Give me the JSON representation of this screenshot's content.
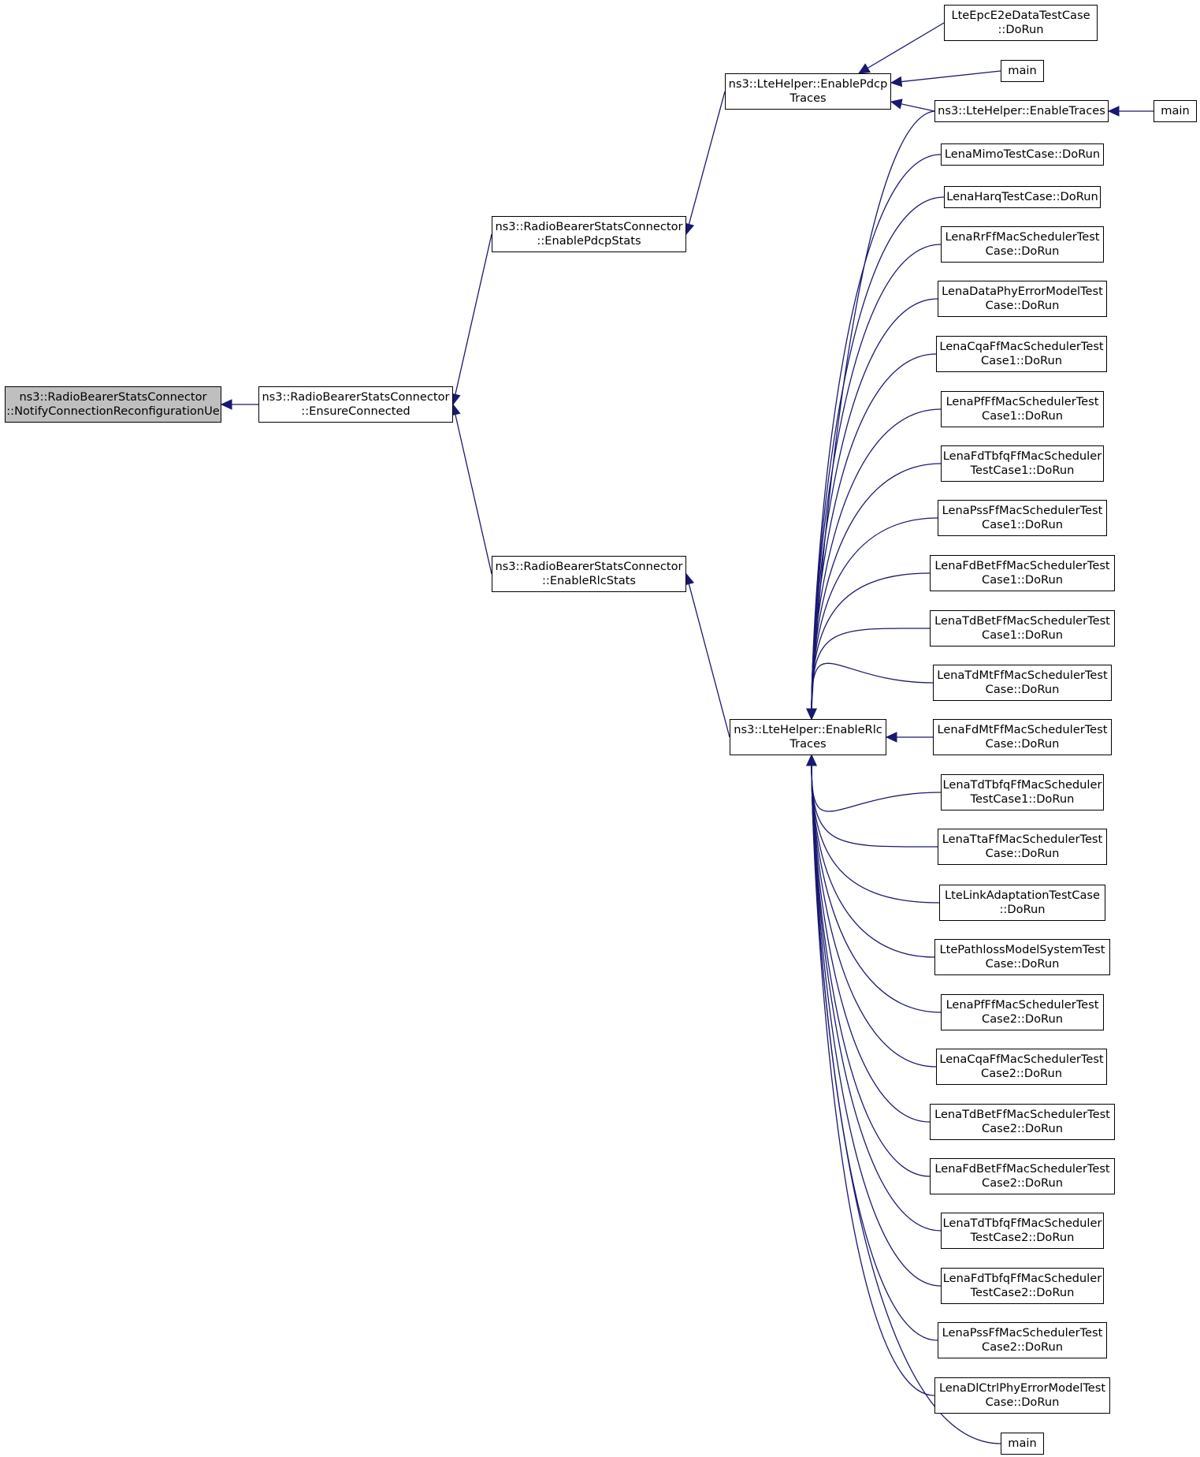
{
  "colors": {
    "edge": "#191970",
    "root_fill": "#bfbfbf",
    "node_fill": "#ffffff",
    "border": "#000000"
  },
  "nodes": [
    {
      "id": "notify",
      "lines": [
        "ns3::RadioBearerStatsConnector",
        "::NotifyConnectionReconfigurationUe"
      ],
      "root": true
    },
    {
      "id": "ensure",
      "lines": [
        "ns3::RadioBearerStatsConnector",
        "::EnsureConnected"
      ]
    },
    {
      "id": "pdcpstats",
      "lines": [
        "ns3::RadioBearerStatsConnector",
        "::EnablePdcpStats"
      ]
    },
    {
      "id": "rlcstats",
      "lines": [
        "ns3::RadioBearerStatsConnector",
        "::EnableRlcStats"
      ]
    },
    {
      "id": "pdcptraces",
      "lines": [
        "ns3::LteHelper::EnablePdcp",
        "Traces"
      ]
    },
    {
      "id": "rlctraces",
      "lines": [
        "ns3::LteHelper::EnableRlc",
        "Traces"
      ]
    },
    {
      "id": "epc",
      "lines": [
        "LteEpcE2eDataTestCase",
        "::DoRun"
      ]
    },
    {
      "id": "main1",
      "lines": [
        "main"
      ]
    },
    {
      "id": "traces",
      "lines": [
        "ns3::LteHelper::EnableTraces"
      ]
    },
    {
      "id": "main2",
      "lines": [
        "main"
      ]
    },
    {
      "id": "mimo",
      "lines": [
        "LenaMimoTestCase::DoRun"
      ]
    },
    {
      "id": "harq",
      "lines": [
        "LenaHarqTestCase::DoRun"
      ]
    },
    {
      "id": "rrff",
      "lines": [
        "LenaRrFfMacSchedulerTest",
        "Case::DoRun"
      ]
    },
    {
      "id": "dataphy",
      "lines": [
        "LenaDataPhyErrorModelTest",
        "Case::DoRun"
      ]
    },
    {
      "id": "cqa1",
      "lines": [
        "LenaCqaFfMacSchedulerTest",
        "Case1::DoRun"
      ]
    },
    {
      "id": "pf1",
      "lines": [
        "LenaPfFfMacSchedulerTest",
        "Case1::DoRun"
      ]
    },
    {
      "id": "fdtbfq1",
      "lines": [
        "LenaFdTbfqFfMacScheduler",
        "TestCase1::DoRun"
      ]
    },
    {
      "id": "pss1",
      "lines": [
        "LenaPssFfMacSchedulerTest",
        "Case1::DoRun"
      ]
    },
    {
      "id": "fdbet1",
      "lines": [
        "LenaFdBetFfMacSchedulerTest",
        "Case1::DoRun"
      ]
    },
    {
      "id": "tdbet1",
      "lines": [
        "LenaTdBetFfMacSchedulerTest",
        "Case1::DoRun"
      ]
    },
    {
      "id": "tdmt",
      "lines": [
        "LenaTdMtFfMacSchedulerTest",
        "Case::DoRun"
      ]
    },
    {
      "id": "fdmt",
      "lines": [
        "LenaFdMtFfMacSchedulerTest",
        "Case::DoRun"
      ]
    },
    {
      "id": "tdtbfq1",
      "lines": [
        "LenaTdTbfqFfMacScheduler",
        "TestCase1::DoRun"
      ]
    },
    {
      "id": "tta",
      "lines": [
        "LenaTtaFfMacSchedulerTest",
        "Case::DoRun"
      ]
    },
    {
      "id": "linkadapt",
      "lines": [
        "LteLinkAdaptationTestCase",
        "::DoRun"
      ]
    },
    {
      "id": "pathloss",
      "lines": [
        "LtePathlossModelSystemTest",
        "Case::DoRun"
      ]
    },
    {
      "id": "pf2",
      "lines": [
        "LenaPfFfMacSchedulerTest",
        "Case2::DoRun"
      ]
    },
    {
      "id": "cqa2",
      "lines": [
        "LenaCqaFfMacSchedulerTest",
        "Case2::DoRun"
      ]
    },
    {
      "id": "tdbet2",
      "lines": [
        "LenaTdBetFfMacSchedulerTest",
        "Case2::DoRun"
      ]
    },
    {
      "id": "fdbet2",
      "lines": [
        "LenaFdBetFfMacSchedulerTest",
        "Case2::DoRun"
      ]
    },
    {
      "id": "tdtbfq2",
      "lines": [
        "LenaTdTbfqFfMacScheduler",
        "TestCase2::DoRun"
      ]
    },
    {
      "id": "fdtbfq2",
      "lines": [
        "LenaFdTbfqFfMacScheduler",
        "TestCase2::DoRun"
      ]
    },
    {
      "id": "pss2",
      "lines": [
        "LenaPssFfMacSchedulerTest",
        "Case2::DoRun"
      ]
    },
    {
      "id": "dlctrl",
      "lines": [
        "LenaDlCtrlPhyErrorModelTest",
        "Case::DoRun"
      ]
    },
    {
      "id": "main3",
      "lines": [
        "main"
      ]
    }
  ],
  "edges": [
    [
      "ensure",
      "notify"
    ],
    [
      "pdcpstats",
      "ensure"
    ],
    [
      "rlcstats",
      "ensure"
    ],
    [
      "pdcptraces",
      "pdcpstats"
    ],
    [
      "rlctraces",
      "rlcstats"
    ],
    [
      "epc",
      "pdcptraces"
    ],
    [
      "main1",
      "pdcptraces"
    ],
    [
      "traces",
      "pdcptraces"
    ],
    [
      "traces",
      "rlctraces"
    ],
    [
      "main2",
      "traces"
    ],
    [
      "mimo",
      "rlctraces"
    ],
    [
      "harq",
      "rlctraces"
    ],
    [
      "rrff",
      "rlctraces"
    ],
    [
      "dataphy",
      "rlctraces"
    ],
    [
      "cqa1",
      "rlctraces"
    ],
    [
      "pf1",
      "rlctraces"
    ],
    [
      "fdtbfq1",
      "rlctraces"
    ],
    [
      "pss1",
      "rlctraces"
    ],
    [
      "fdbet1",
      "rlctraces"
    ],
    [
      "tdbet1",
      "rlctraces"
    ],
    [
      "tdmt",
      "rlctraces"
    ],
    [
      "fdmt",
      "rlctraces"
    ],
    [
      "tdtbfq1",
      "rlctraces"
    ],
    [
      "tta",
      "rlctraces"
    ],
    [
      "linkadapt",
      "rlctraces"
    ],
    [
      "pathloss",
      "rlctraces"
    ],
    [
      "pf2",
      "rlctraces"
    ],
    [
      "cqa2",
      "rlctraces"
    ],
    [
      "tdbet2",
      "rlctraces"
    ],
    [
      "fdbet2",
      "rlctraces"
    ],
    [
      "tdtbfq2",
      "rlctraces"
    ],
    [
      "fdtbfq2",
      "rlctraces"
    ],
    [
      "pss2",
      "rlctraces"
    ],
    [
      "dlctrl",
      "rlctraces"
    ],
    [
      "main3",
      "rlctraces"
    ]
  ]
}
